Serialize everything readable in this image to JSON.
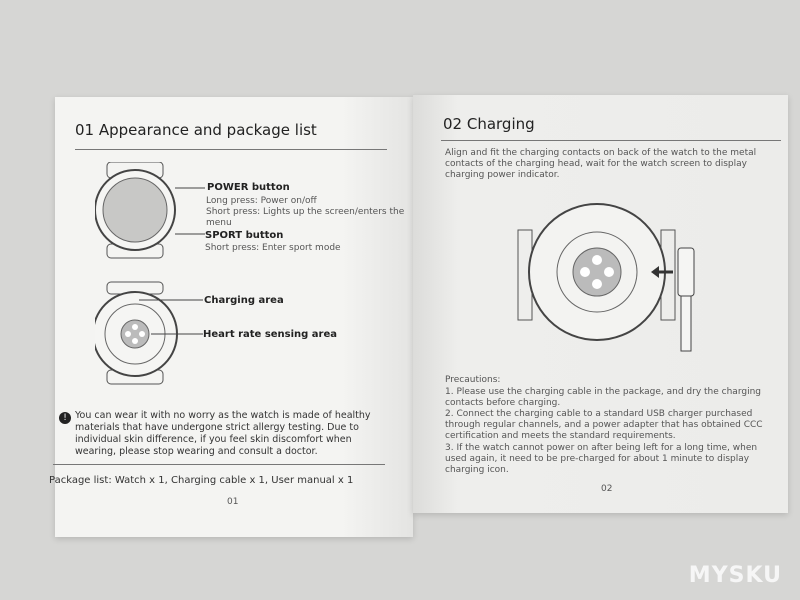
{
  "left_page": {
    "title": "01  Appearance and package list",
    "power_label": "POWER button",
    "power_desc": [
      "Long press: Power on/off",
      "Short press: Lights up the screen/enters the menu"
    ],
    "sport_label": "SPORT button",
    "sport_desc": "Short press: Enter sport mode",
    "charging_area": "Charging area",
    "heart_rate_area": "Heart rate sensing area",
    "note": "You can wear it with no worry as the watch is made of healthy materials that have undergone strict allergy testing. Due to individual skin difference, if you feel skin discomfort when wearing, please stop wearing and consult a doctor.",
    "package_list": "Package list: Watch x 1, Charging cable x 1, User manual x 1",
    "page_number": "01"
  },
  "right_page": {
    "title": "02  Charging",
    "intro": "Align and fit the charging contacts on back of the watch to the metal contacts of the charging head, wait for the watch screen to display charging power indicator.",
    "precautions_title": "Precautions:",
    "precautions": [
      "1. Please use the charging cable in the package, and dry the charging contacts before charging.",
      "2. Connect the charging cable to a standard USB charger purchased through regular channels, and a power adapter that has obtained CCC certification and meets the standard requirements.",
      "3. If the watch cannot power on after being left for a long time, when used again, it need to be pre-charged for about 1 minute to display charging icon."
    ],
    "page_number": "02"
  },
  "watermark": "MYSKU"
}
